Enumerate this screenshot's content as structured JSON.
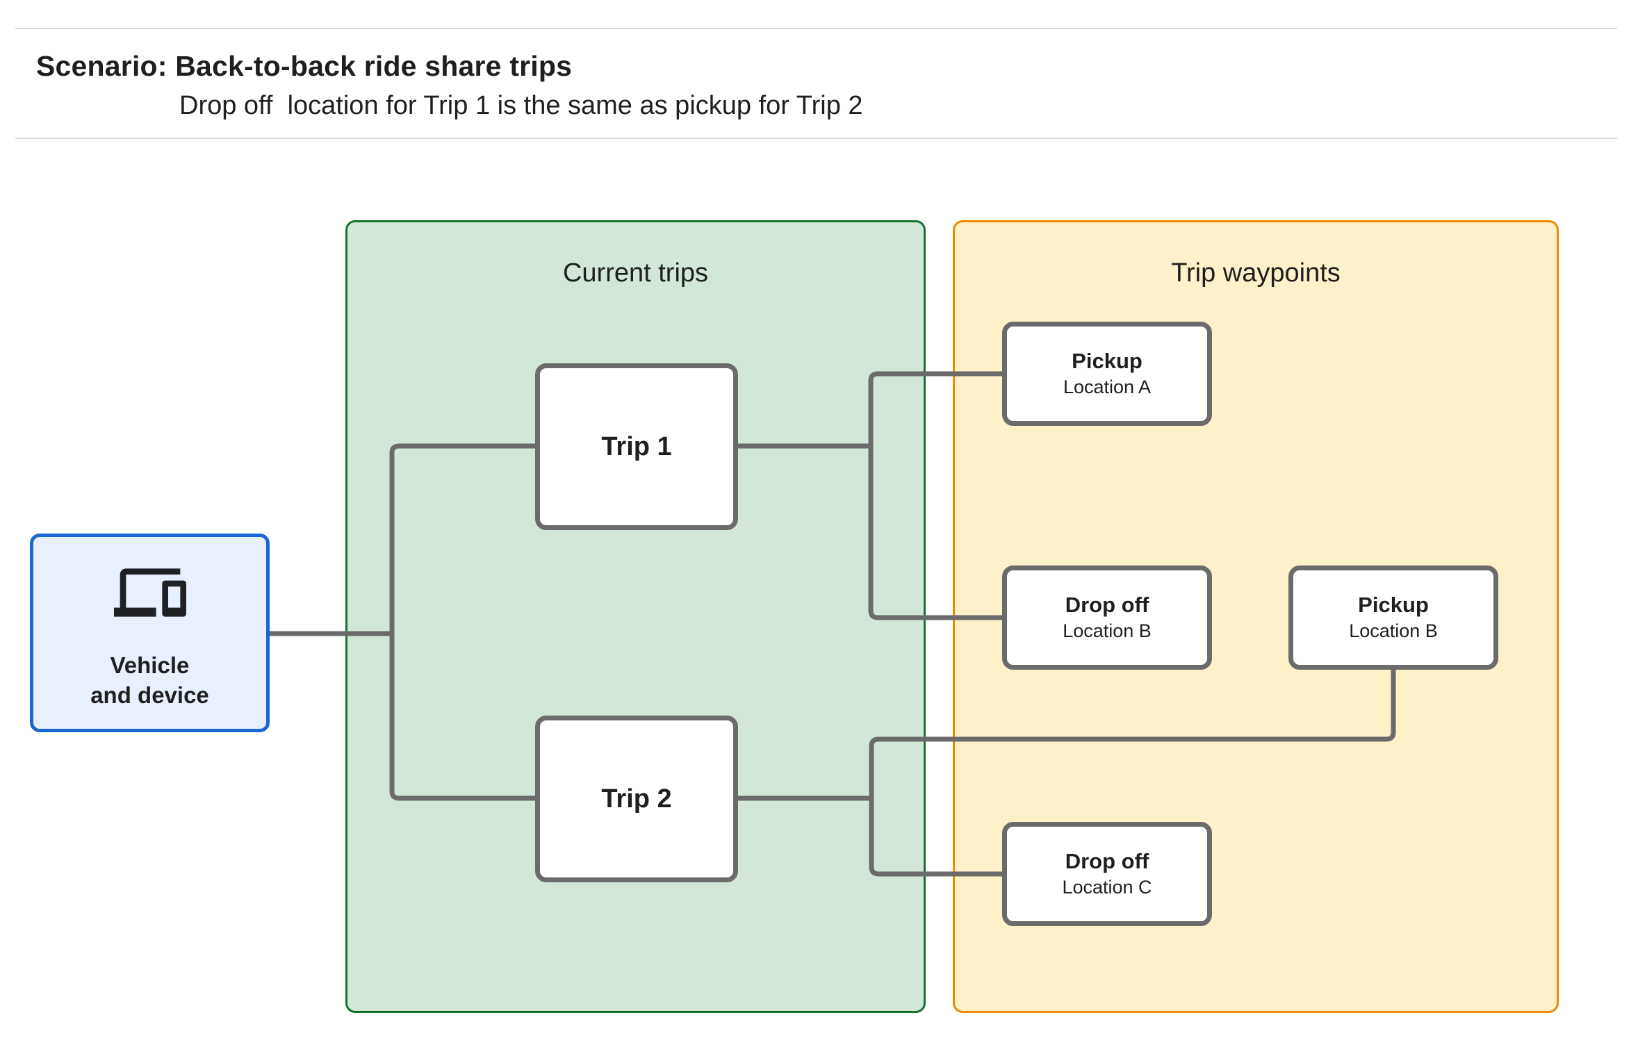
{
  "header": {
    "title": "Scenario: Back-to-back ride share trips",
    "subtitle": "Drop off  location for Trip 1 is the same as pickup for Trip 2"
  },
  "groups": {
    "current_trips": {
      "label": "Current trips"
    },
    "trip_waypoints": {
      "label": "Trip waypoints"
    }
  },
  "nodes": {
    "vehicle": {
      "label_line1": "Vehicle",
      "label_line2": "and device",
      "icon": "devices-icon"
    },
    "trip1": {
      "label": "Trip 1"
    },
    "trip2": {
      "label": "Trip 2"
    },
    "pickup_a": {
      "title": "Pickup",
      "subtitle": "Location A"
    },
    "dropoff_b": {
      "title": "Drop off",
      "subtitle": "Location B"
    },
    "pickup_b": {
      "title": "Pickup",
      "subtitle": "Location B"
    },
    "dropoff_c": {
      "title": "Drop off",
      "subtitle": "Location C"
    }
  },
  "edges": [
    {
      "from": "vehicle-and-device",
      "to": "trip-1"
    },
    {
      "from": "vehicle-and-device",
      "to": "trip-2"
    },
    {
      "from": "trip-1",
      "to": "pickup-location-a"
    },
    {
      "from": "trip-1",
      "to": "dropoff-location-b"
    },
    {
      "from": "trip-2",
      "to": "pickup-location-b"
    },
    {
      "from": "trip-2",
      "to": "dropoff-location-c"
    }
  ],
  "colors": {
    "blue_fill": "#e8f0fe",
    "blue_border": "#1967d2",
    "green_fill": "#d2e7d7",
    "green_border": "#17702f",
    "orange_fill": "#fdf1c9",
    "orange_border": "#ee8a00",
    "line_gray": "#6b6b6b",
    "node_border": "#6b6b6b",
    "text": "#1f1f1f",
    "divider": "#d9d9d9"
  }
}
